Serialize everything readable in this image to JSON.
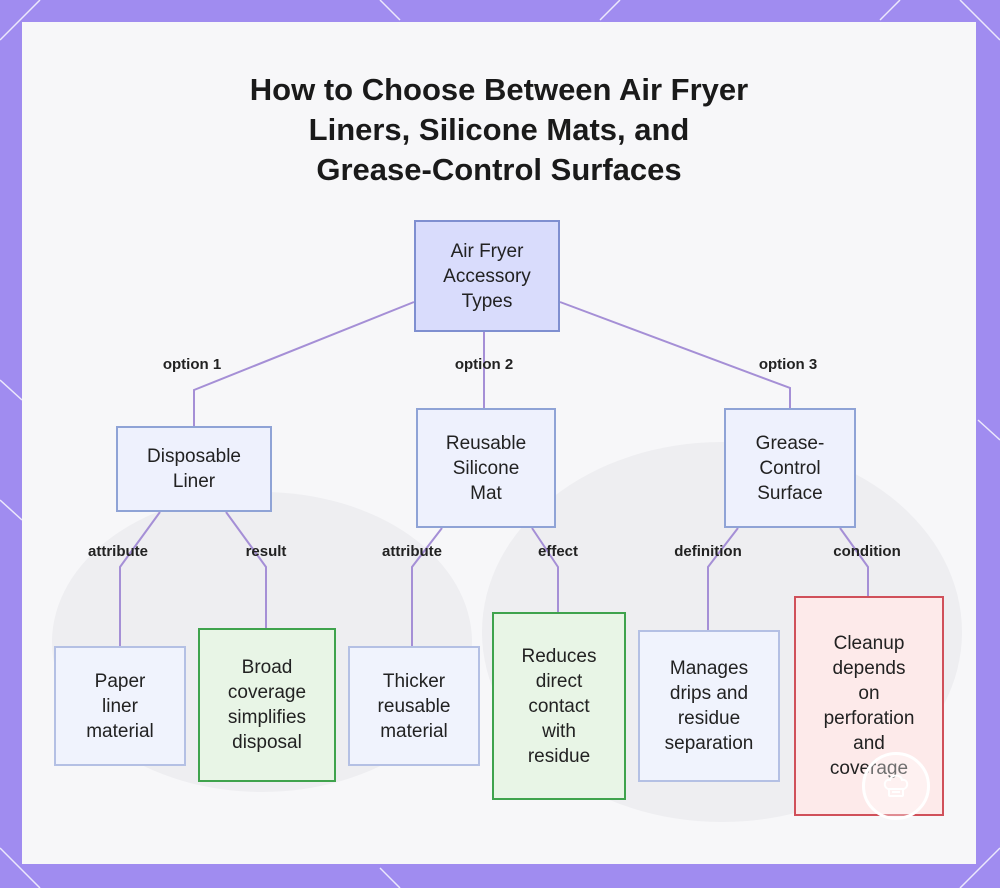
{
  "title": {
    "line1": "How to Choose Between Air Fryer",
    "line2": "Liners, Silicone Mats, and",
    "line3": "Grease-Control Surfaces"
  },
  "colors": {
    "frame": "#a08cf0",
    "edge": "#a58fd6",
    "root_fill": "#d9dcfc",
    "node_fill": "#eef1fd",
    "green_border": "#3fa34d",
    "red_border": "#d0505a"
  },
  "nodes": {
    "root": "Air Fryer\nAccessory\nTypes",
    "liner": "Disposable\nLiner",
    "mat": "Reusable\nSilicone\nMat",
    "grease": "Grease-\nControl\nSurface",
    "paper": "Paper\nliner\nmaterial",
    "broad": "Broad\ncoverage\nsimplifies\ndisposal",
    "thicker": "Thicker\nreusable\nmaterial",
    "reduces": "Reduces\ndirect\ncontact\nwith\nresidue",
    "manages": "Manages\ndrips and\nresidue\nseparation",
    "cleanup": "Cleanup\ndepends\non\nperforation\nand\ncoverage"
  },
  "edge_labels": {
    "option1": "option 1",
    "option2": "option 2",
    "option3": "option 3",
    "attribute_liner": "attribute",
    "result": "result",
    "attribute_mat": "attribute",
    "effect": "effect",
    "definition": "definition",
    "condition": "condition"
  },
  "icons": {
    "badge": "chef-hat-icon"
  }
}
